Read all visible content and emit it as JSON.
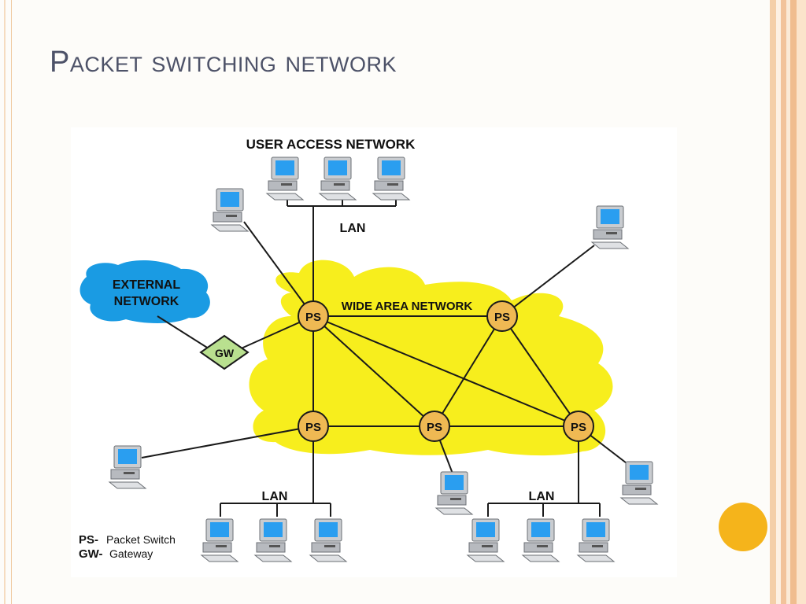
{
  "slide": {
    "title": "Packet switching network",
    "accent_color": "#f5b41b",
    "border_colors": [
      "#f4cfa8",
      "#fbe4cb",
      "#f2c39a",
      "#fbead6",
      "#f0bd8f",
      "#fdf1e3"
    ]
  },
  "diagram": {
    "cloud_label": "WIDE AREA NETWORK",
    "user_access_label": "USER ACCESS NETWORK",
    "external_network_label_line1": "EXTERNAL",
    "external_network_label_line2": "NETWORK",
    "gateway_label": "GW",
    "switch_label": "PS",
    "lan_label_top": "LAN",
    "lan_label_bottom_left": "LAN",
    "lan_label_bottom_right": "LAN",
    "legend": {
      "ps_abbr": "PS-",
      "ps_text": "Packet Switch",
      "gw_abbr": "GW-",
      "gw_text": "Gateway"
    },
    "colors": {
      "cloud": "#f7ee1d",
      "external_cloud": "#1a9be3",
      "switch_fill": "#efb953",
      "gateway_fill": "#b9e08f",
      "screen": "#2a9ef0",
      "computer_body": "#c9ccd0"
    }
  }
}
